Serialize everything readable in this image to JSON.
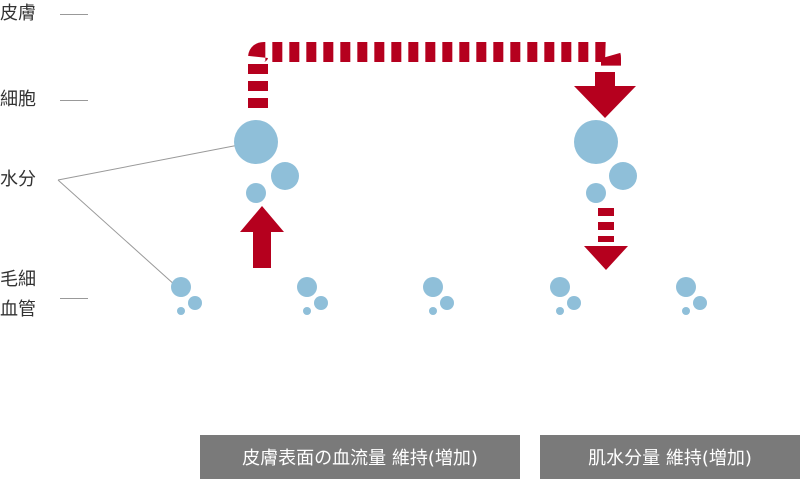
{
  "labels": {
    "skin": "皮膚",
    "cell": "細胞",
    "water": "水分",
    "capillary_line1": "毛細",
    "capillary_line2": "血管"
  },
  "captions": {
    "left": "皮膚表面の血流量 維持(増加)",
    "right": "肌水分量 維持(増加)"
  },
  "colors": {
    "arrow": "#b5001e",
    "droplet": "#8fbfd9",
    "caption_bg": "#7a7a7a",
    "label_line": "#999999"
  }
}
